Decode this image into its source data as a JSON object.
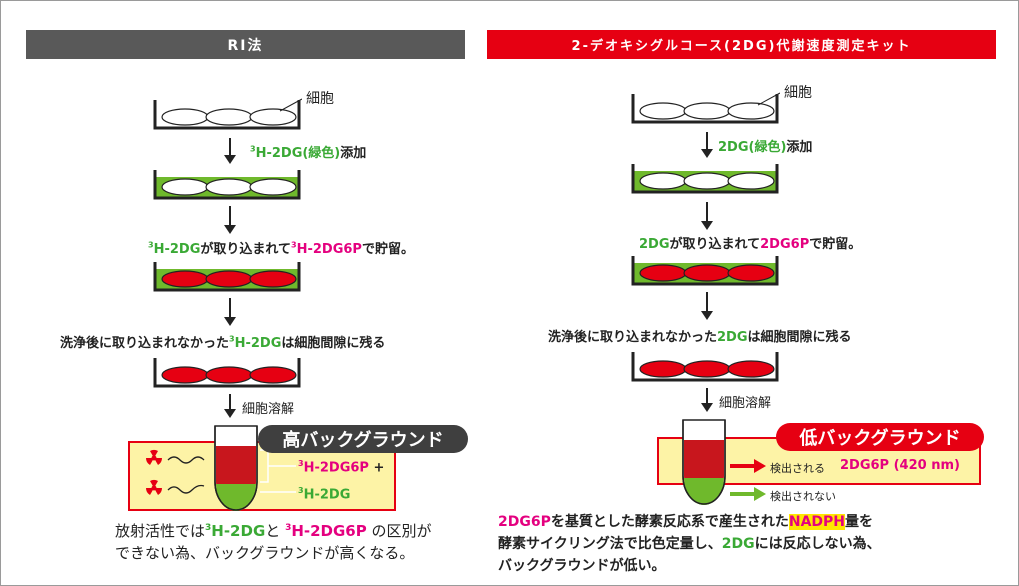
{
  "left": {
    "header": "RI法",
    "cell_label": "細胞",
    "add_label_iso": "3",
    "add_label_green": "H-2DG(緑色)",
    "add_label_rest": "添加",
    "uptake_iso1": "3",
    "uptake_g": "H-2DG",
    "uptake_mid": "が取り込まれて",
    "uptake_iso2": "3",
    "uptake_m": "H-2DG6P",
    "uptake_end": "で貯留。",
    "wash_pre": "洗浄後に取り込まれなかった",
    "wash_iso": "3",
    "wash_g": "H-2DG",
    "wash_post": "は細胞間隙に残る",
    "lysis": "細胞溶解",
    "bg_pill": "高バックグラウンド",
    "legend1_iso": "3",
    "legend1": "H-2DG6P",
    "legend1_plus": "+",
    "legend2_iso": "3",
    "legend2": "H-2DG",
    "note_l1_a": "放射活性では",
    "note_l1_iso1": "3",
    "note_l1_g": "H-2DG",
    "note_l1_b": "と",
    "note_l1_iso2": "3",
    "note_l1_m": "H-2DG6P",
    "note_l1_c": "の区別が",
    "note_l2": "できない為、バックグラウンドが高くなる。"
  },
  "right": {
    "header": "2-デオキシグルコース(2DG)代謝速度測定キット",
    "cell_label": "細胞",
    "add_green": "2DG(緑色)",
    "add_rest": "添加",
    "uptake_g": "2DG",
    "uptake_mid": "が取り込まれて",
    "uptake_m": "2DG6P",
    "uptake_end": "で貯留。",
    "wash_pre": "洗浄後に取り込まれなかった",
    "wash_g": "2DG",
    "wash_post": "は細胞間隙に残る",
    "lysis": "細胞溶解",
    "bg_pill": "低バックグラウンド",
    "detected": "検出される",
    "detected_target": "2DG6P (420 nm)",
    "not_detected": "検出されない",
    "note1_m": "2DG6P",
    "note1_a": "を基質とした酵素反応系で産生された",
    "note1_hl": "NADPH",
    "note1_b": "量を",
    "note2_a": "酵素サイクリング法で比色定量し、",
    "note2_g": "2DG",
    "note2_b": "には反応しない為、",
    "note3": "バックグラウンドが低い。"
  },
  "colors": {
    "green": "#3aa935",
    "magenta": "#e4007f",
    "red_cell": "#e60012",
    "header_left": "#595959",
    "header_right": "#e60012",
    "medium": "#6fb92c",
    "box_bg": "#fdf3a6"
  }
}
